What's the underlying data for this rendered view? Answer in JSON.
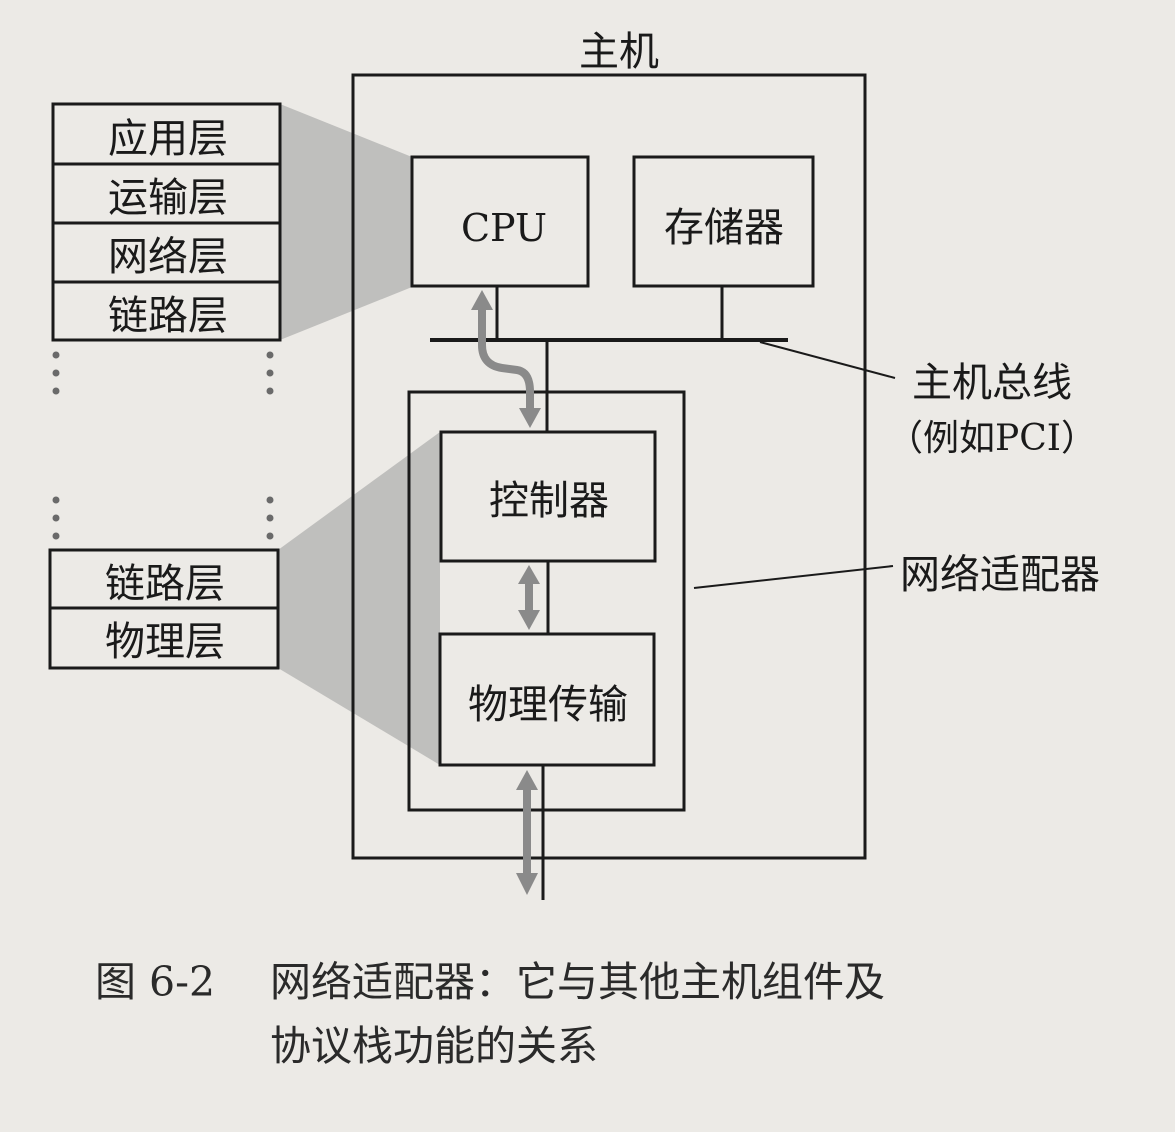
{
  "host": {
    "title": "主机"
  },
  "components": {
    "cpu": "CPU",
    "memory": "存储器",
    "controller": "控制器",
    "physical_transmission": "物理传输"
  },
  "callouts": {
    "host_bus_line1": "主机总线",
    "host_bus_line2": "（例如PCI）",
    "network_adapter": "网络适配器"
  },
  "protocol_stack_top": [
    "应用层",
    "运输层",
    "网络层",
    "链路层"
  ],
  "protocol_stack_bottom": [
    "链路层",
    "物理层"
  ],
  "caption": {
    "number": "图 6-2",
    "line1": "网络适配器：它与其他主机组件及",
    "line2": "协议栈功能的关系"
  }
}
